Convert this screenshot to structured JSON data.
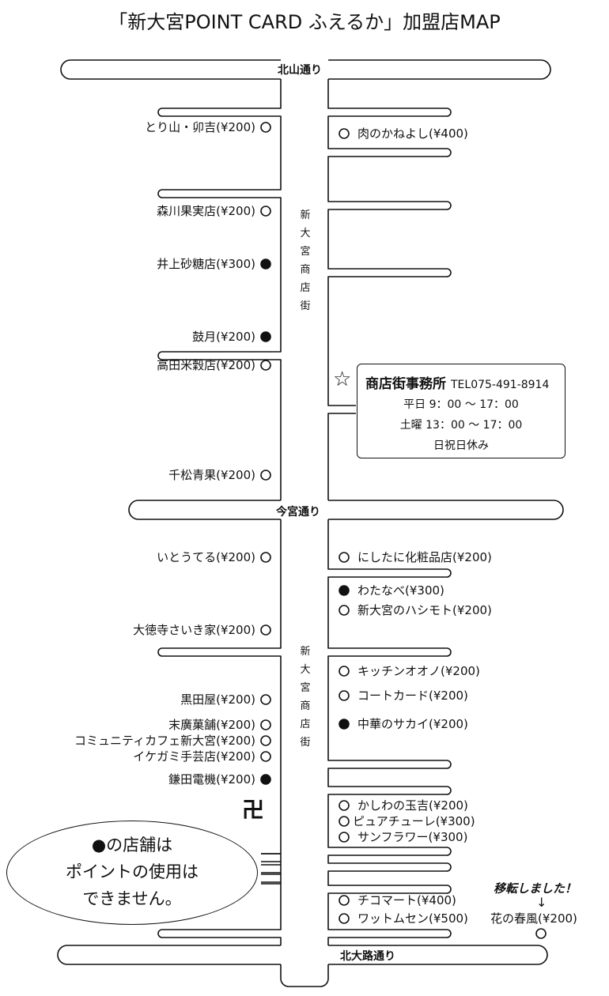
{
  "title": "「新大宮POINT CARD ふえるか」加盟店MAP",
  "roads": {
    "kitayama": "北山通り",
    "imamiya": "今宮通り",
    "kitaoji": "北大路通り"
  },
  "street_name_chars": [
    "新",
    "大",
    "宮",
    "商",
    "店",
    "街"
  ],
  "left_shops_upper": [
    {
      "name": "とり山・卯吉(¥200)",
      "marker": "open"
    },
    {
      "name": "森川果実店(¥200)",
      "marker": "open"
    },
    {
      "name": "井上砂糖店(¥300)",
      "marker": "filled"
    },
    {
      "name": "鼓月(¥200)",
      "marker": "filled"
    },
    {
      "name": "高田米穀店(¥200)",
      "marker": "open"
    },
    {
      "name": "千松青果(¥200)",
      "marker": "open"
    }
  ],
  "right_shops_upper": [
    {
      "name": "肉のかねよし(¥400)",
      "marker": "open"
    }
  ],
  "office": {
    "name": "商店街事務所",
    "tel": "TEL075-491-8914",
    "weekday": "平日 9：00 〜 17：00",
    "saturday": "土曜 13：00 〜 17：00",
    "holiday": "日祝日休み",
    "star_icon": "☆"
  },
  "left_shops_lower": [
    {
      "name": "いとうてる(¥200)",
      "marker": "open"
    },
    {
      "name": "大徳寺さいき家(¥200)",
      "marker": "open"
    },
    {
      "name": "黒田屋(¥200)",
      "marker": "open"
    },
    {
      "name": "末廣菓舗(¥200)",
      "marker": "open"
    },
    {
      "name": "コミュニティカフェ新大宮(¥200)",
      "marker": "open"
    },
    {
      "name": "イケガミ手芸店(¥200)",
      "marker": "open"
    },
    {
      "name": "鎌田電機(¥200)",
      "marker": "filled"
    }
  ],
  "right_shops_lower": [
    {
      "name": "にしたに化粧品店(¥200)",
      "marker": "open"
    },
    {
      "name": "わたなべ(¥300)",
      "marker": "filled"
    },
    {
      "name": "新大宮のハシモト(¥200)",
      "marker": "open"
    },
    {
      "name": "キッチンオオノ(¥200)",
      "marker": "open"
    },
    {
      "name": "コートカード(¥200)",
      "marker": "open"
    },
    {
      "name": "中華のサカイ(¥200)",
      "marker": "filled"
    },
    {
      "name": "かしわの玉吉(¥200)",
      "marker": "open"
    },
    {
      "name": "ピュアチューレ(¥300)",
      "marker": "open"
    },
    {
      "name": "サンフラワー(¥300)",
      "marker": "open"
    },
    {
      "name": "チコマート(¥400)",
      "marker": "open"
    },
    {
      "name": "ワットムセン(¥500)",
      "marker": "open"
    }
  ],
  "moved_notice": {
    "label": "移転しました！",
    "arrow": "↓",
    "shop": "花の春風(¥200)"
  },
  "temple_symbol": "卍",
  "notice": {
    "line1": "●の店舗は",
    "line2": "ポイントの使用は",
    "line3": "できません。"
  },
  "legend_colors": {
    "line": "#111111",
    "background": "#ffffff"
  }
}
